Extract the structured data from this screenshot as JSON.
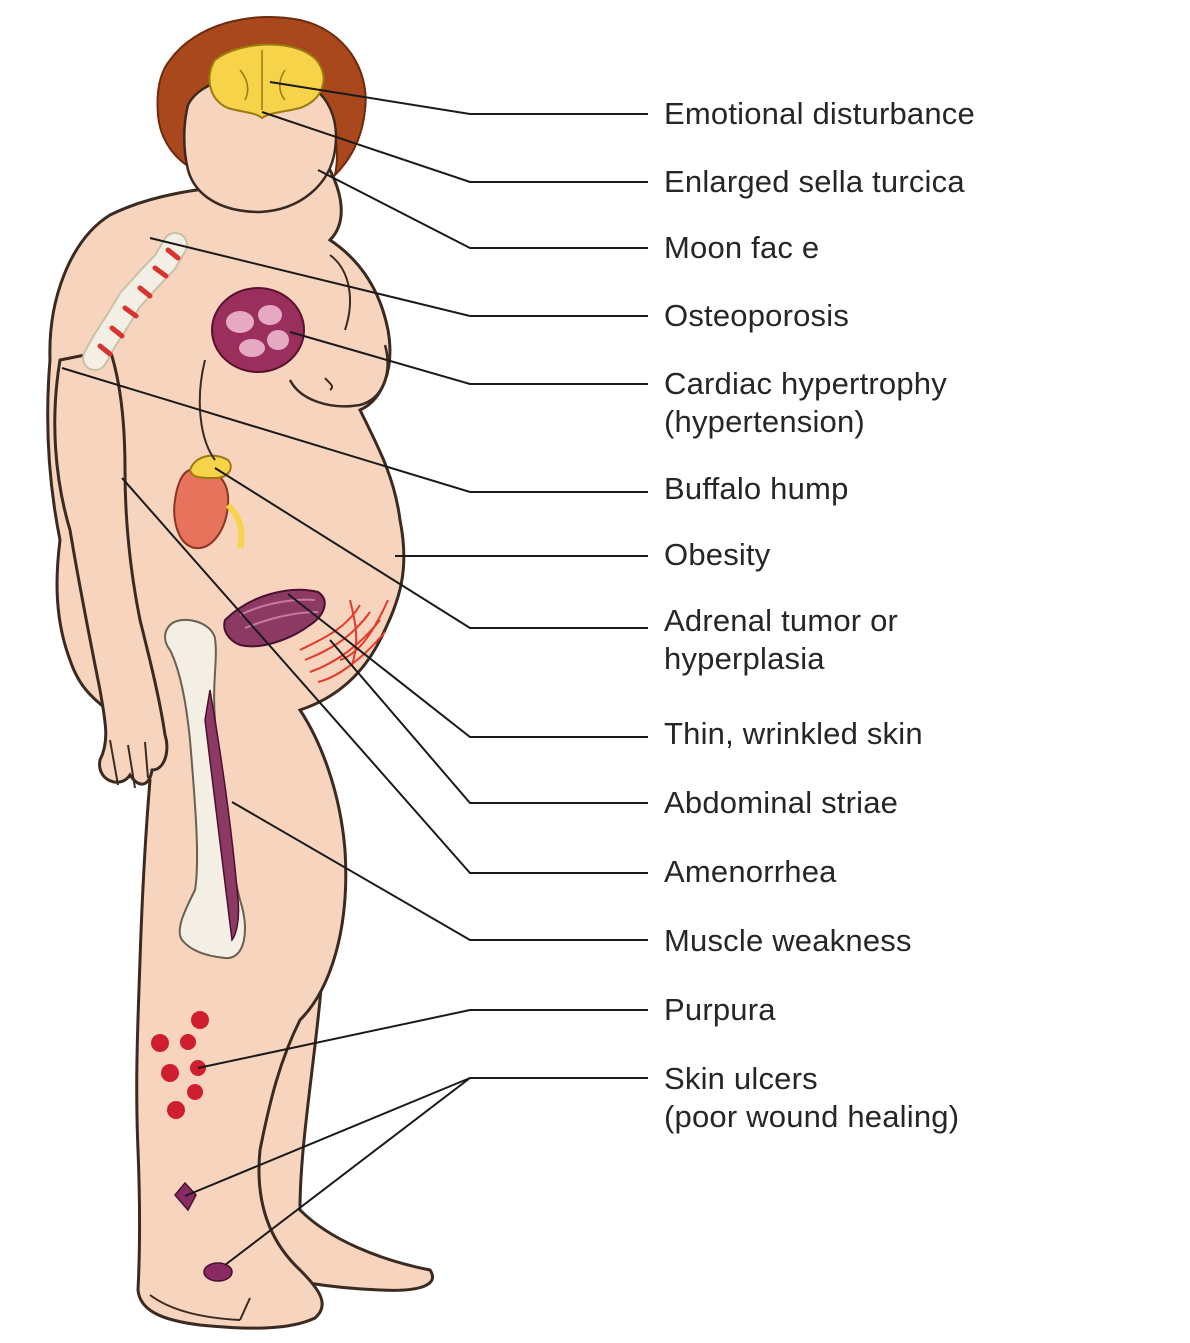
{
  "colors": {
    "skin": "#f7d4bd",
    "outline": "#3a2a22",
    "hair": "#a8481c",
    "brain": "#f6d348",
    "heart": "#9a2f5e",
    "spine_bone": "#f3efe4",
    "spine_disc": "#d9332f",
    "kidney": "#e8735c",
    "adrenal": "#f6d348",
    "muscle": "#8c3a64",
    "femur": "#f3efe4",
    "striae": "#e33a2c",
    "purpura": "#cf1f2f",
    "ulcer": "#8a2a63",
    "leader_line": "#1a1a1a",
    "label_text": "#262626"
  },
  "labels": [
    {
      "lines": [
        "Emotional disturbance"
      ]
    },
    {
      "lines": [
        "Enlarged sella turcica"
      ]
    },
    {
      "lines": [
        "Moon fac e"
      ]
    },
    {
      "lines": [
        "Osteoporosis"
      ]
    },
    {
      "lines": [
        "Cardiac hypertrophy",
        "(hypertension)"
      ]
    },
    {
      "lines": [
        "Buffalo hump"
      ]
    },
    {
      "lines": [
        "Obesity"
      ]
    },
    {
      "lines": [
        "Adrenal tumor or",
        "hyperplasia"
      ]
    },
    {
      "lines": [
        "Thin, wrinkled skin"
      ]
    },
    {
      "lines": [
        "Abdominal striae"
      ]
    },
    {
      "lines": [
        "Amenorrhea"
      ]
    },
    {
      "lines": [
        "Muscle weakness"
      ]
    },
    {
      "lines": [
        "Purpura"
      ]
    },
    {
      "lines": [
        "Skin ulcers",
        "(poor wound healing)"
      ]
    }
  ],
  "figure_parts": [
    "hair",
    "brain",
    "face",
    "spine",
    "heart",
    "breast",
    "kidney",
    "adrenal-gland",
    "abdomen",
    "muscle",
    "femur",
    "striae",
    "purpura-spots",
    "skin-ulcers",
    "legs",
    "feet"
  ]
}
